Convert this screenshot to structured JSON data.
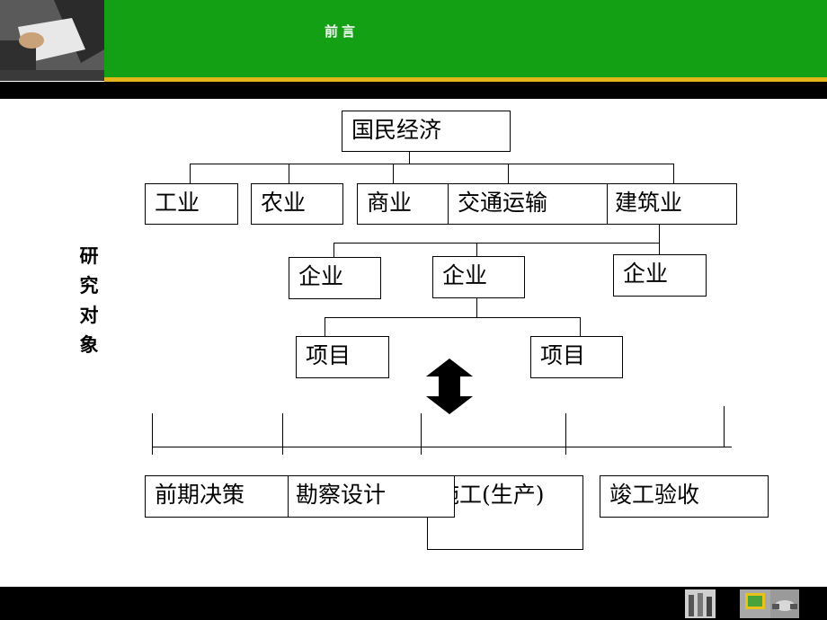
{
  "slide": {
    "title": "前言",
    "side_label": "研\n究\n对\n象"
  },
  "diagram": {
    "root": "国民经济",
    "industries": [
      "工业",
      "农业",
      "商业",
      "交通运输",
      "建筑业"
    ],
    "enterprises": [
      "企业",
      "企业",
      "企业"
    ],
    "projects": [
      "项目",
      "项目"
    ],
    "phases": [
      "前期决策",
      "勘察设计",
      "施工(生产)",
      "竣工验收"
    ]
  },
  "colors": {
    "header_green": "#13a014",
    "header_gold": "#e2b51b",
    "bar_black": "#000000"
  }
}
